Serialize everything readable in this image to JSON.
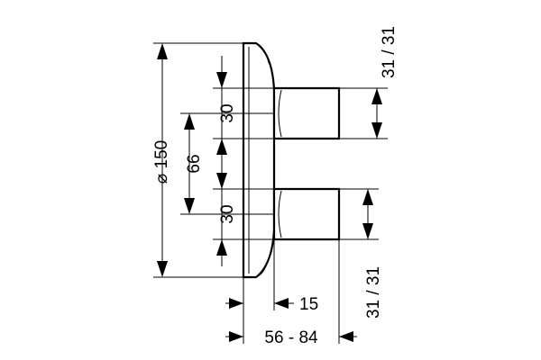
{
  "diagram": {
    "dimensions": {
      "diameter_label": "⌀ 150",
      "spacing_label": "66",
      "upper_handle_label": "30",
      "lower_handle_label": "30",
      "top_right_label": "31 / 31",
      "bottom_right_label": "31 / 31",
      "depth_label": "15",
      "range_label": "56 - 84"
    }
  }
}
